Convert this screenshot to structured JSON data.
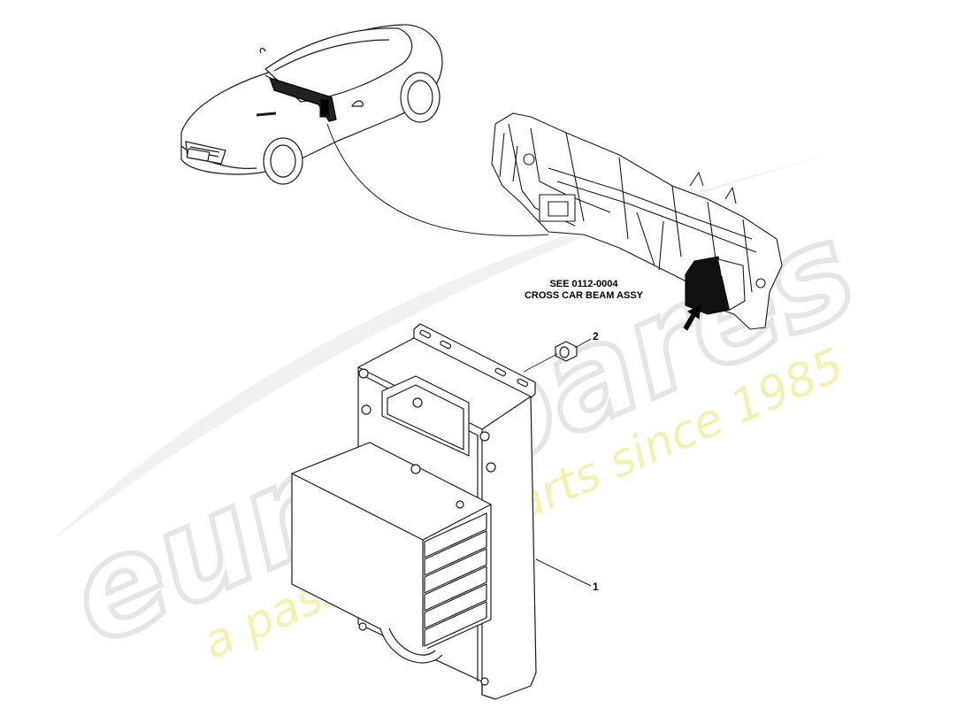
{
  "watermark": {
    "brand": "eurospares",
    "tagline": "a passion for parts since 1985"
  },
  "reference_note": {
    "line1": "SEE 0112-0004",
    "line2": "CROSS CAR BEAM ASSY"
  },
  "callouts": [
    {
      "number": "1",
      "part": "control module"
    },
    {
      "number": "2",
      "part": "nut"
    }
  ],
  "colors": {
    "line": "#1a1a1a",
    "watermark_grey": "#e9e9e9",
    "watermark_yellow": "#f4f0a6",
    "module_highlight": "#111111"
  }
}
